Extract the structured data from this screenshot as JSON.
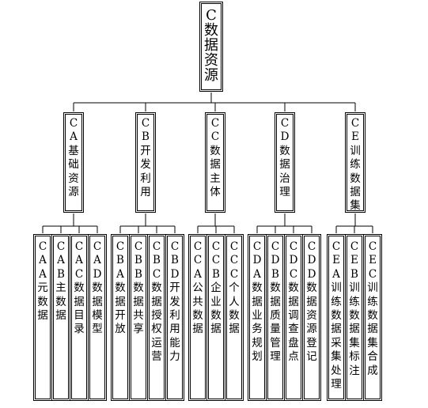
{
  "root": {
    "label": "C数据资源"
  },
  "groups": [
    {
      "label": "CA基础资源",
      "children": [
        "CAA元数据",
        "CAB主数据",
        "CAC数据目录",
        "CAD数据模型"
      ]
    },
    {
      "label": "CB开发利用",
      "children": [
        "CBA数据开放",
        "CBB数据共享",
        "CBC数据授权运营",
        "CBD开发利用能力"
      ]
    },
    {
      "label": "CC数据主体",
      "children": [
        "CCA公共数据",
        "CCB企业数据",
        "CCC个人数据"
      ]
    },
    {
      "label": "CD数据治理",
      "children": [
        "CDA数据业务规划",
        "CDB数据质量管理",
        "CDC数据调查盘点",
        "CDD数据资源登记"
      ]
    },
    {
      "label": "CE训练数据集",
      "children": [
        "CEA训练数据采集处理",
        "CEB训练数据集标注",
        "CEC训练数据集合成"
      ]
    }
  ]
}
